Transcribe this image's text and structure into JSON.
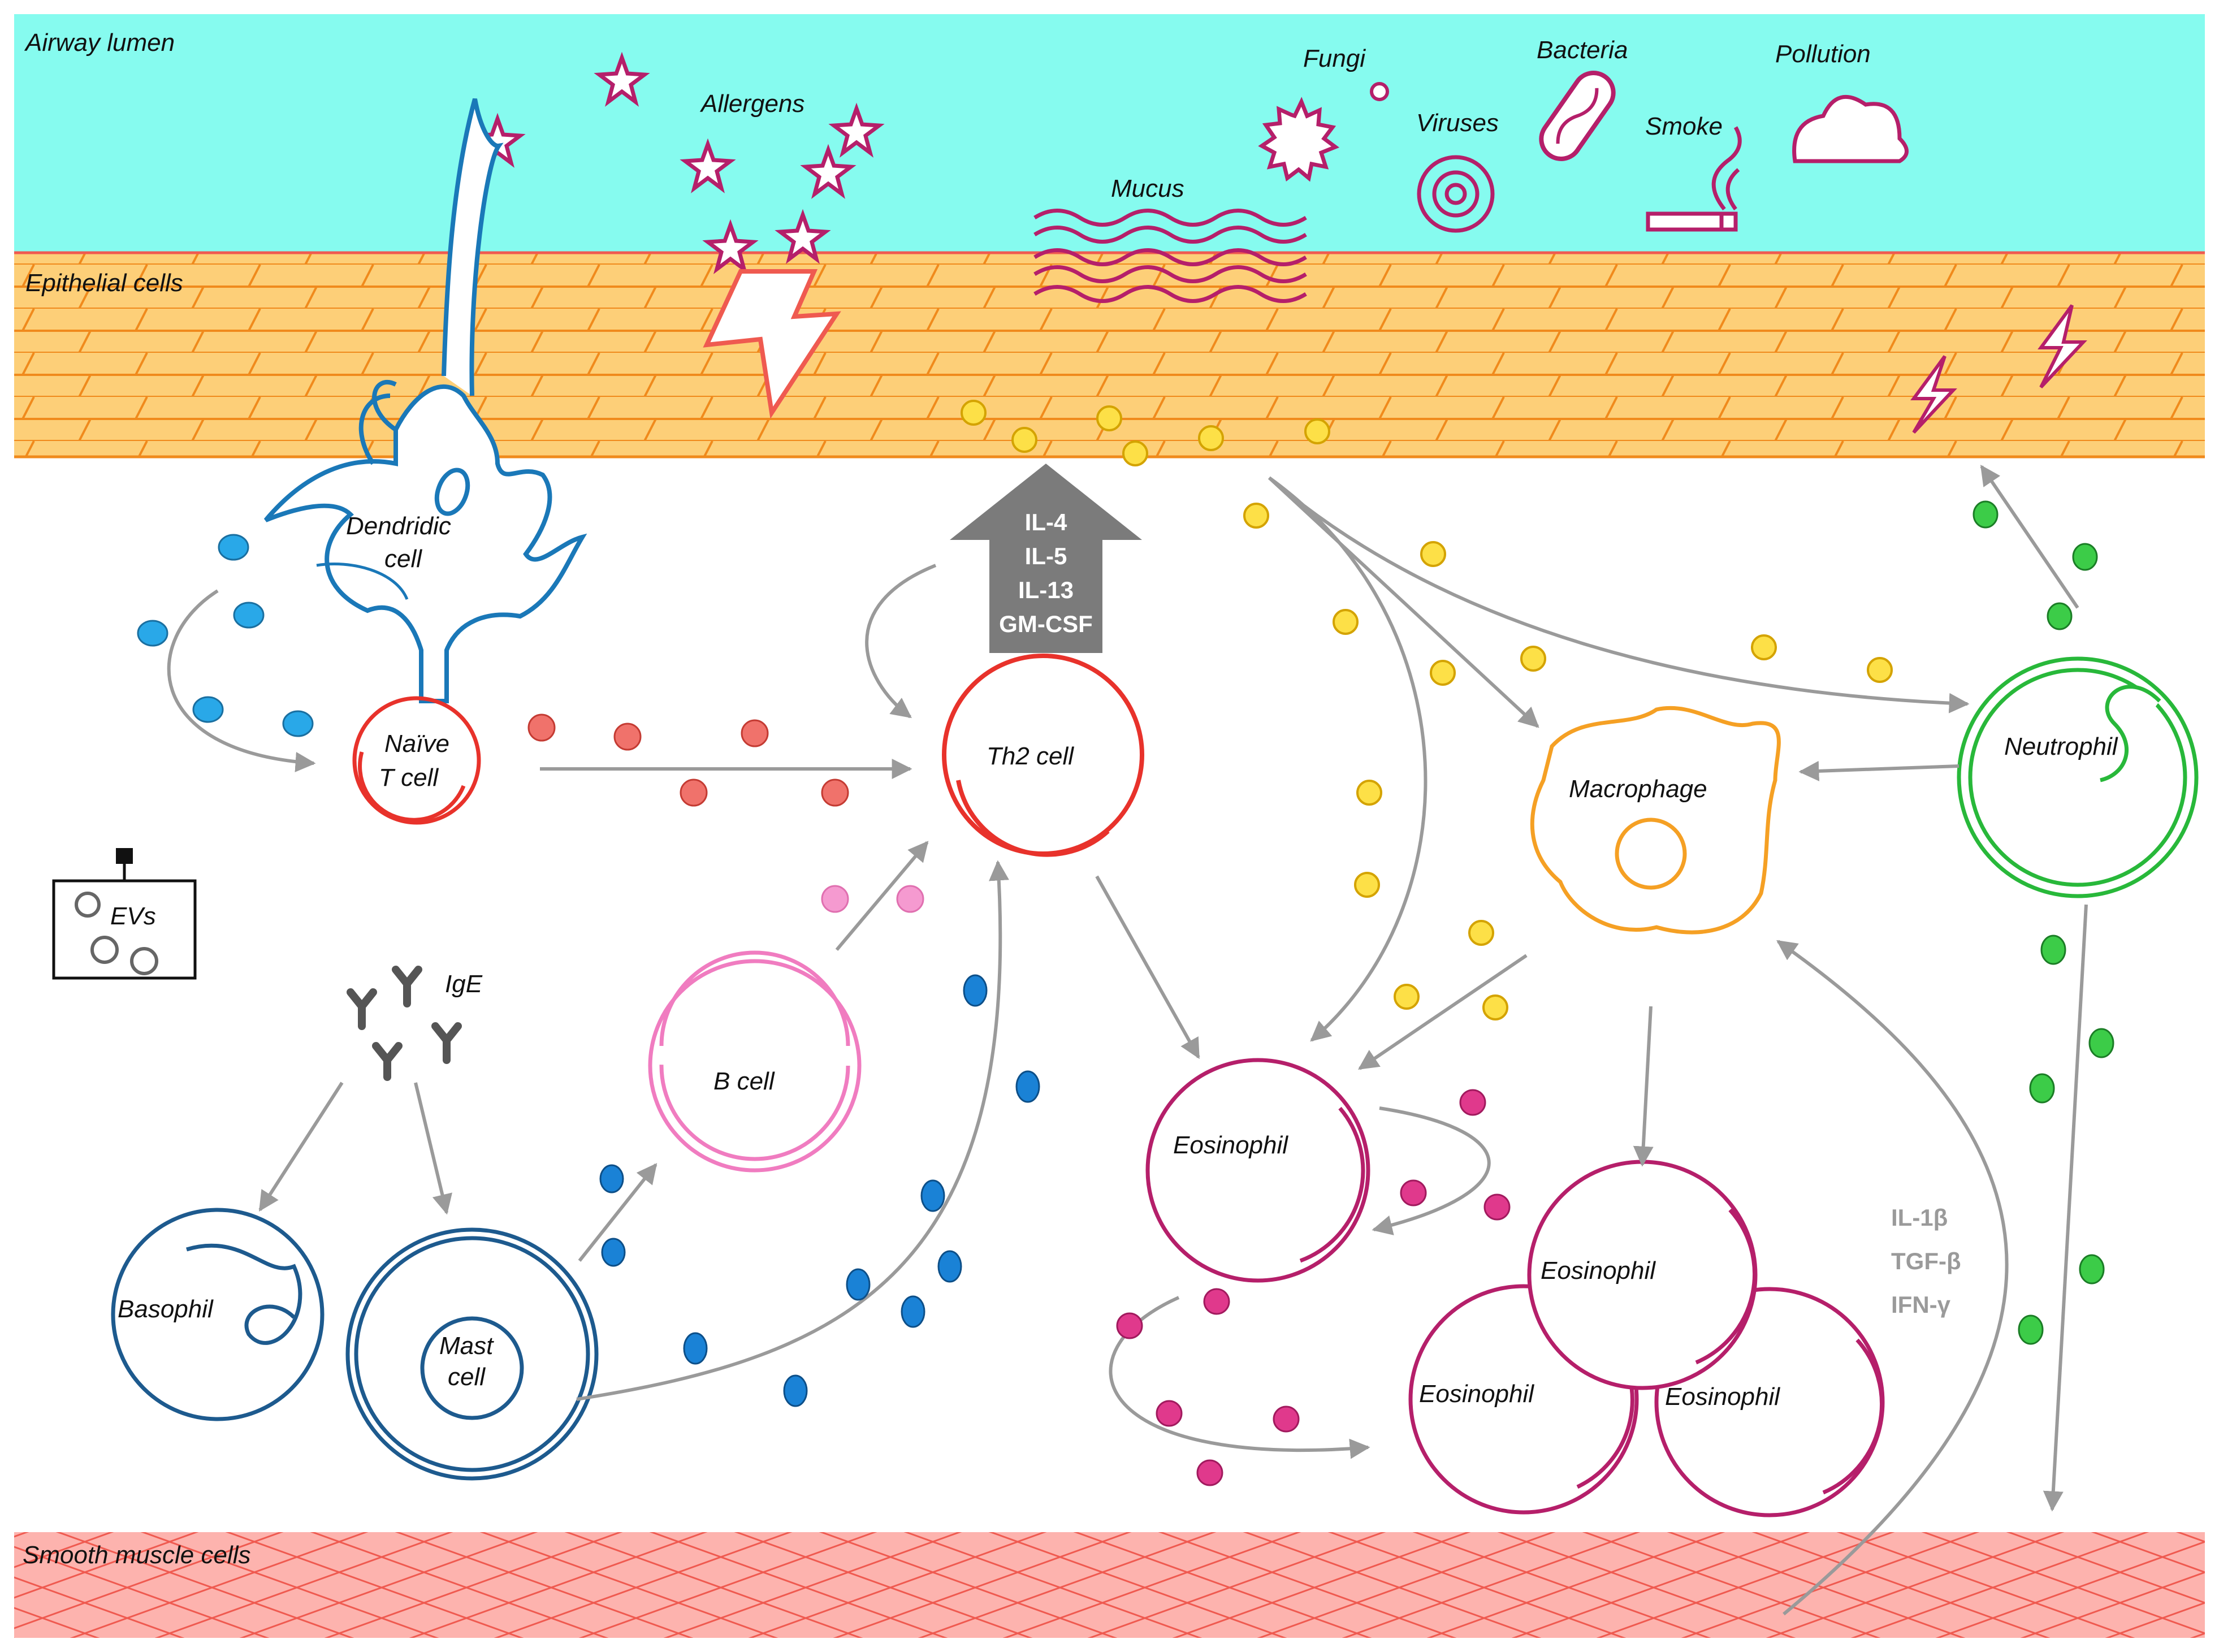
{
  "layers": {
    "lumen": "Airway lumen",
    "epithelium": "Epithelial cells",
    "smooth_muscle": "Smooth muscle cells"
  },
  "triggers": {
    "allergens": "Allergens",
    "fungi": "Fungi",
    "bacteria": "Bacteria",
    "viruses": "Viruses",
    "smoke": "Smoke",
    "pollution": "Pollution",
    "mucus": "Mucus"
  },
  "cells": {
    "dendritic_line1": "Dendridic",
    "dendritic_line2": "cell",
    "naive_line1": "Naïve",
    "naive_line2": "T cell",
    "th2": "Th2 cell",
    "b_cell": "B cell",
    "macrophage": "Macrophage",
    "neutrophil": "Neutrophil",
    "eosinophil": "Eosinophil",
    "basophil": "Basophil",
    "mast_line1": "Mast",
    "mast_line2": "cell"
  },
  "molecules": {
    "evs": "EVs",
    "ige": "IgE"
  },
  "th2_cytokines": [
    "IL-4",
    "IL-5",
    "IL-13",
    "GM-CSF"
  ],
  "neutrophil_cytokines": [
    "IL-1β",
    "TGF-β",
    "IFN-γ"
  ],
  "colors": {
    "lumen": "#86fbef",
    "epithelium": "#fdcf78",
    "epithelium_line": "#f08a1c",
    "muscle": "#fdb3ae",
    "dendritic": "#1a78b8",
    "naive_t": "#e8322b",
    "th2": "#e8322b",
    "b_cell": "#f07cc0",
    "macrophage": "#f5a024",
    "neutrophil": "#28b83a",
    "eosinophil": "#b51f6a",
    "basophil_mast": "#1d5a8e",
    "arrow": "#9a9a9a"
  }
}
